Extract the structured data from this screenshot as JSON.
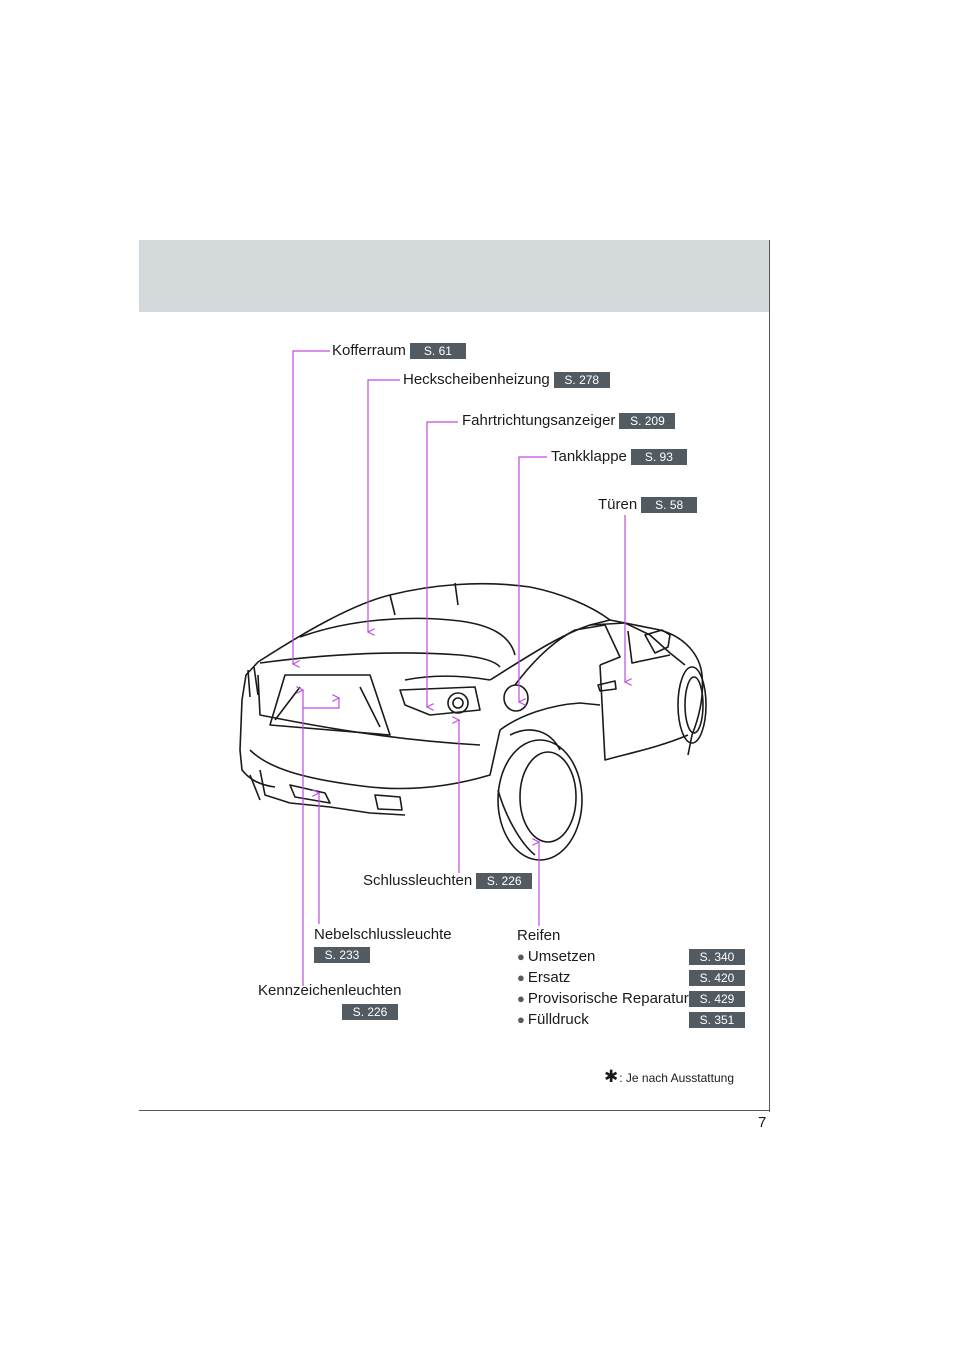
{
  "callouts": {
    "kofferraum": {
      "label": "Kofferraum",
      "page": "S. 61"
    },
    "heckscheibenheizung": {
      "label": "Heckscheibenheizung",
      "page": "S. 278"
    },
    "fahrtrichtungsanzeiger": {
      "label": "Fahrtrichtungsanzeiger",
      "page": "S. 209"
    },
    "tankklappe": {
      "label": "Tankklappe",
      "page": "S. 93"
    },
    "tueren": {
      "label": "Türen",
      "page": "S. 58"
    },
    "schlussleuchten": {
      "label": "Schlussleuchten",
      "page": "S. 226"
    },
    "nebelschlussleuchte": {
      "label": "Nebelschlussleuchte",
      "page": "S. 233"
    },
    "kennzeichenleuchten": {
      "label": "Kennzeichenleuchten",
      "page": "S. 226"
    }
  },
  "reifen": {
    "title": "Reifen",
    "items": [
      {
        "label": "Umsetzen",
        "page": "S. 340"
      },
      {
        "label": "Ersatz",
        "page": "S. 420"
      },
      {
        "label": "Provisorische Reparatur",
        "page": "S. 429"
      },
      {
        "label": "Fülldruck",
        "page": "S. 351"
      }
    ]
  },
  "footnote": {
    "symbol": "✱",
    "text": ": Je nach Ausstattung"
  },
  "page_number": "7",
  "colors": {
    "leader": "#c04be0",
    "tag": "#525b61",
    "header_band": "#d4d9dc"
  }
}
